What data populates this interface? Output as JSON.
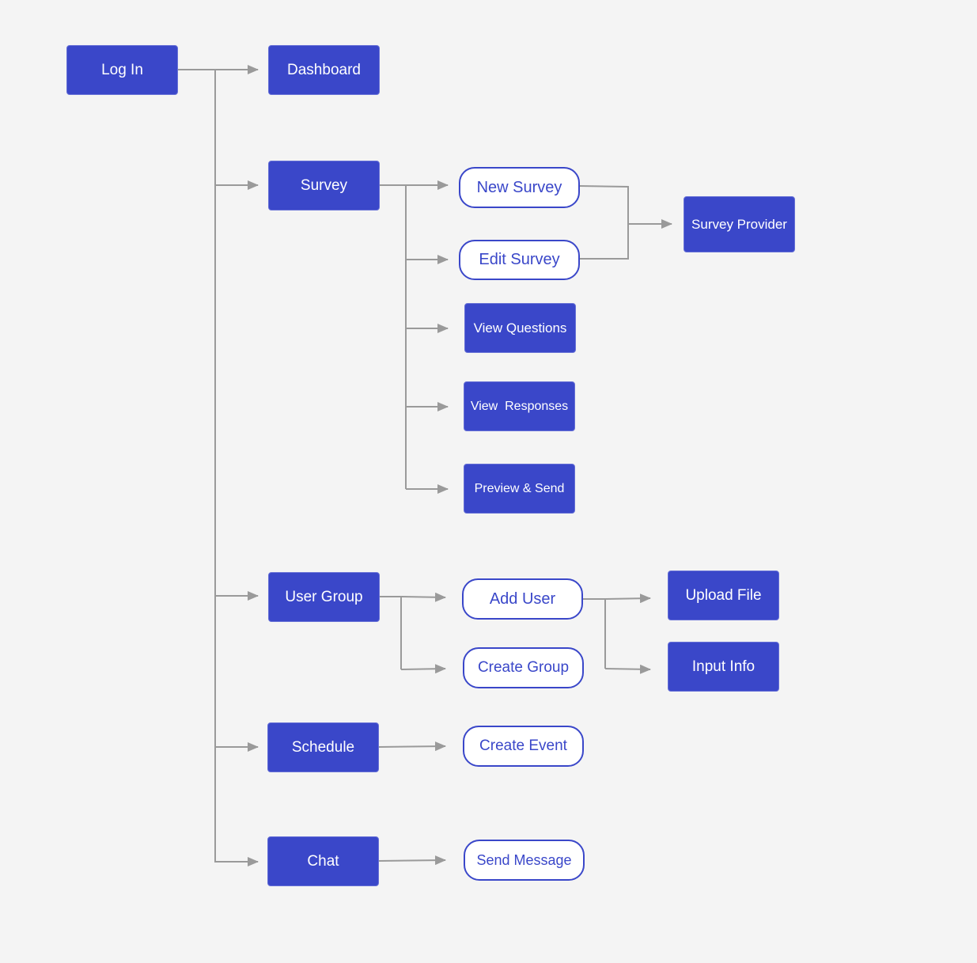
{
  "colors": {
    "background": "#f4f4f4",
    "node_fill": "#3a47c9",
    "node_outline": "#3a47c9",
    "connector": "#9a9a9a"
  },
  "nodes": {
    "log_in": "Log In",
    "dashboard": "Dashboard",
    "survey": "Survey",
    "user_group": "User Group",
    "schedule": "Schedule",
    "chat": "Chat",
    "new_survey": "New Survey",
    "edit_survey": "Edit Survey",
    "view_questions": "View Questions",
    "view_responses": "View  Responses",
    "preview_send": "Preview & Send",
    "survey_provider": "Survey Provider",
    "add_user": "Add User",
    "create_group": "Create Group",
    "upload_file": "Upload File",
    "input_info": "Input Info",
    "create_event": "Create Event",
    "send_message": "Send Message"
  }
}
